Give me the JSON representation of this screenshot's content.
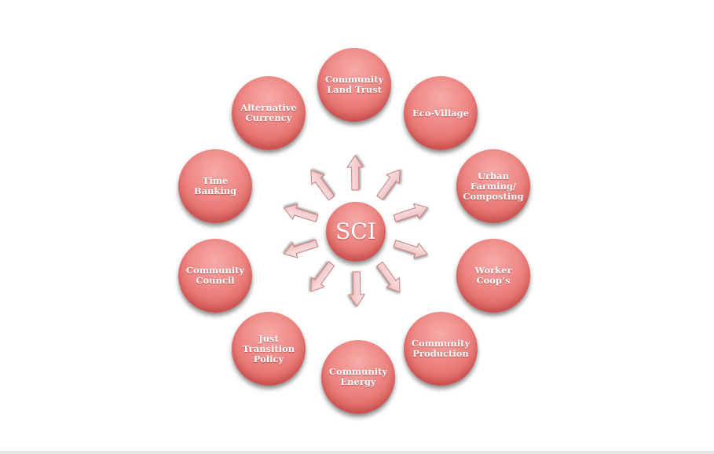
{
  "center": {
    "label": "SCI"
  },
  "nodes": [
    {
      "id": "community-land-trust",
      "label": "Community\nLand Trust"
    },
    {
      "id": "eco-village",
      "label": "Eco-Village"
    },
    {
      "id": "urban-farming",
      "label": "Urban\nFarming/\nComposting"
    },
    {
      "id": "worker-coops",
      "label": "Worker\nCoop’s"
    },
    {
      "id": "community-production",
      "label": "Community\nProduction"
    },
    {
      "id": "community-energy",
      "label": "Community\nEnergy"
    },
    {
      "id": "just-transition-policy",
      "label": "Just\nTransition\nPolicy"
    },
    {
      "id": "community-council",
      "label": "Community\nCouncil"
    },
    {
      "id": "time-banking",
      "label": "Time\nBanking"
    },
    {
      "id": "alternative-currency",
      "label": "Alternative\nCurrency"
    }
  ],
  "colors": {
    "node_fill": "#ee8683",
    "arrow_fill": "#f6d3d3",
    "arrow_stroke": "#c77777"
  }
}
